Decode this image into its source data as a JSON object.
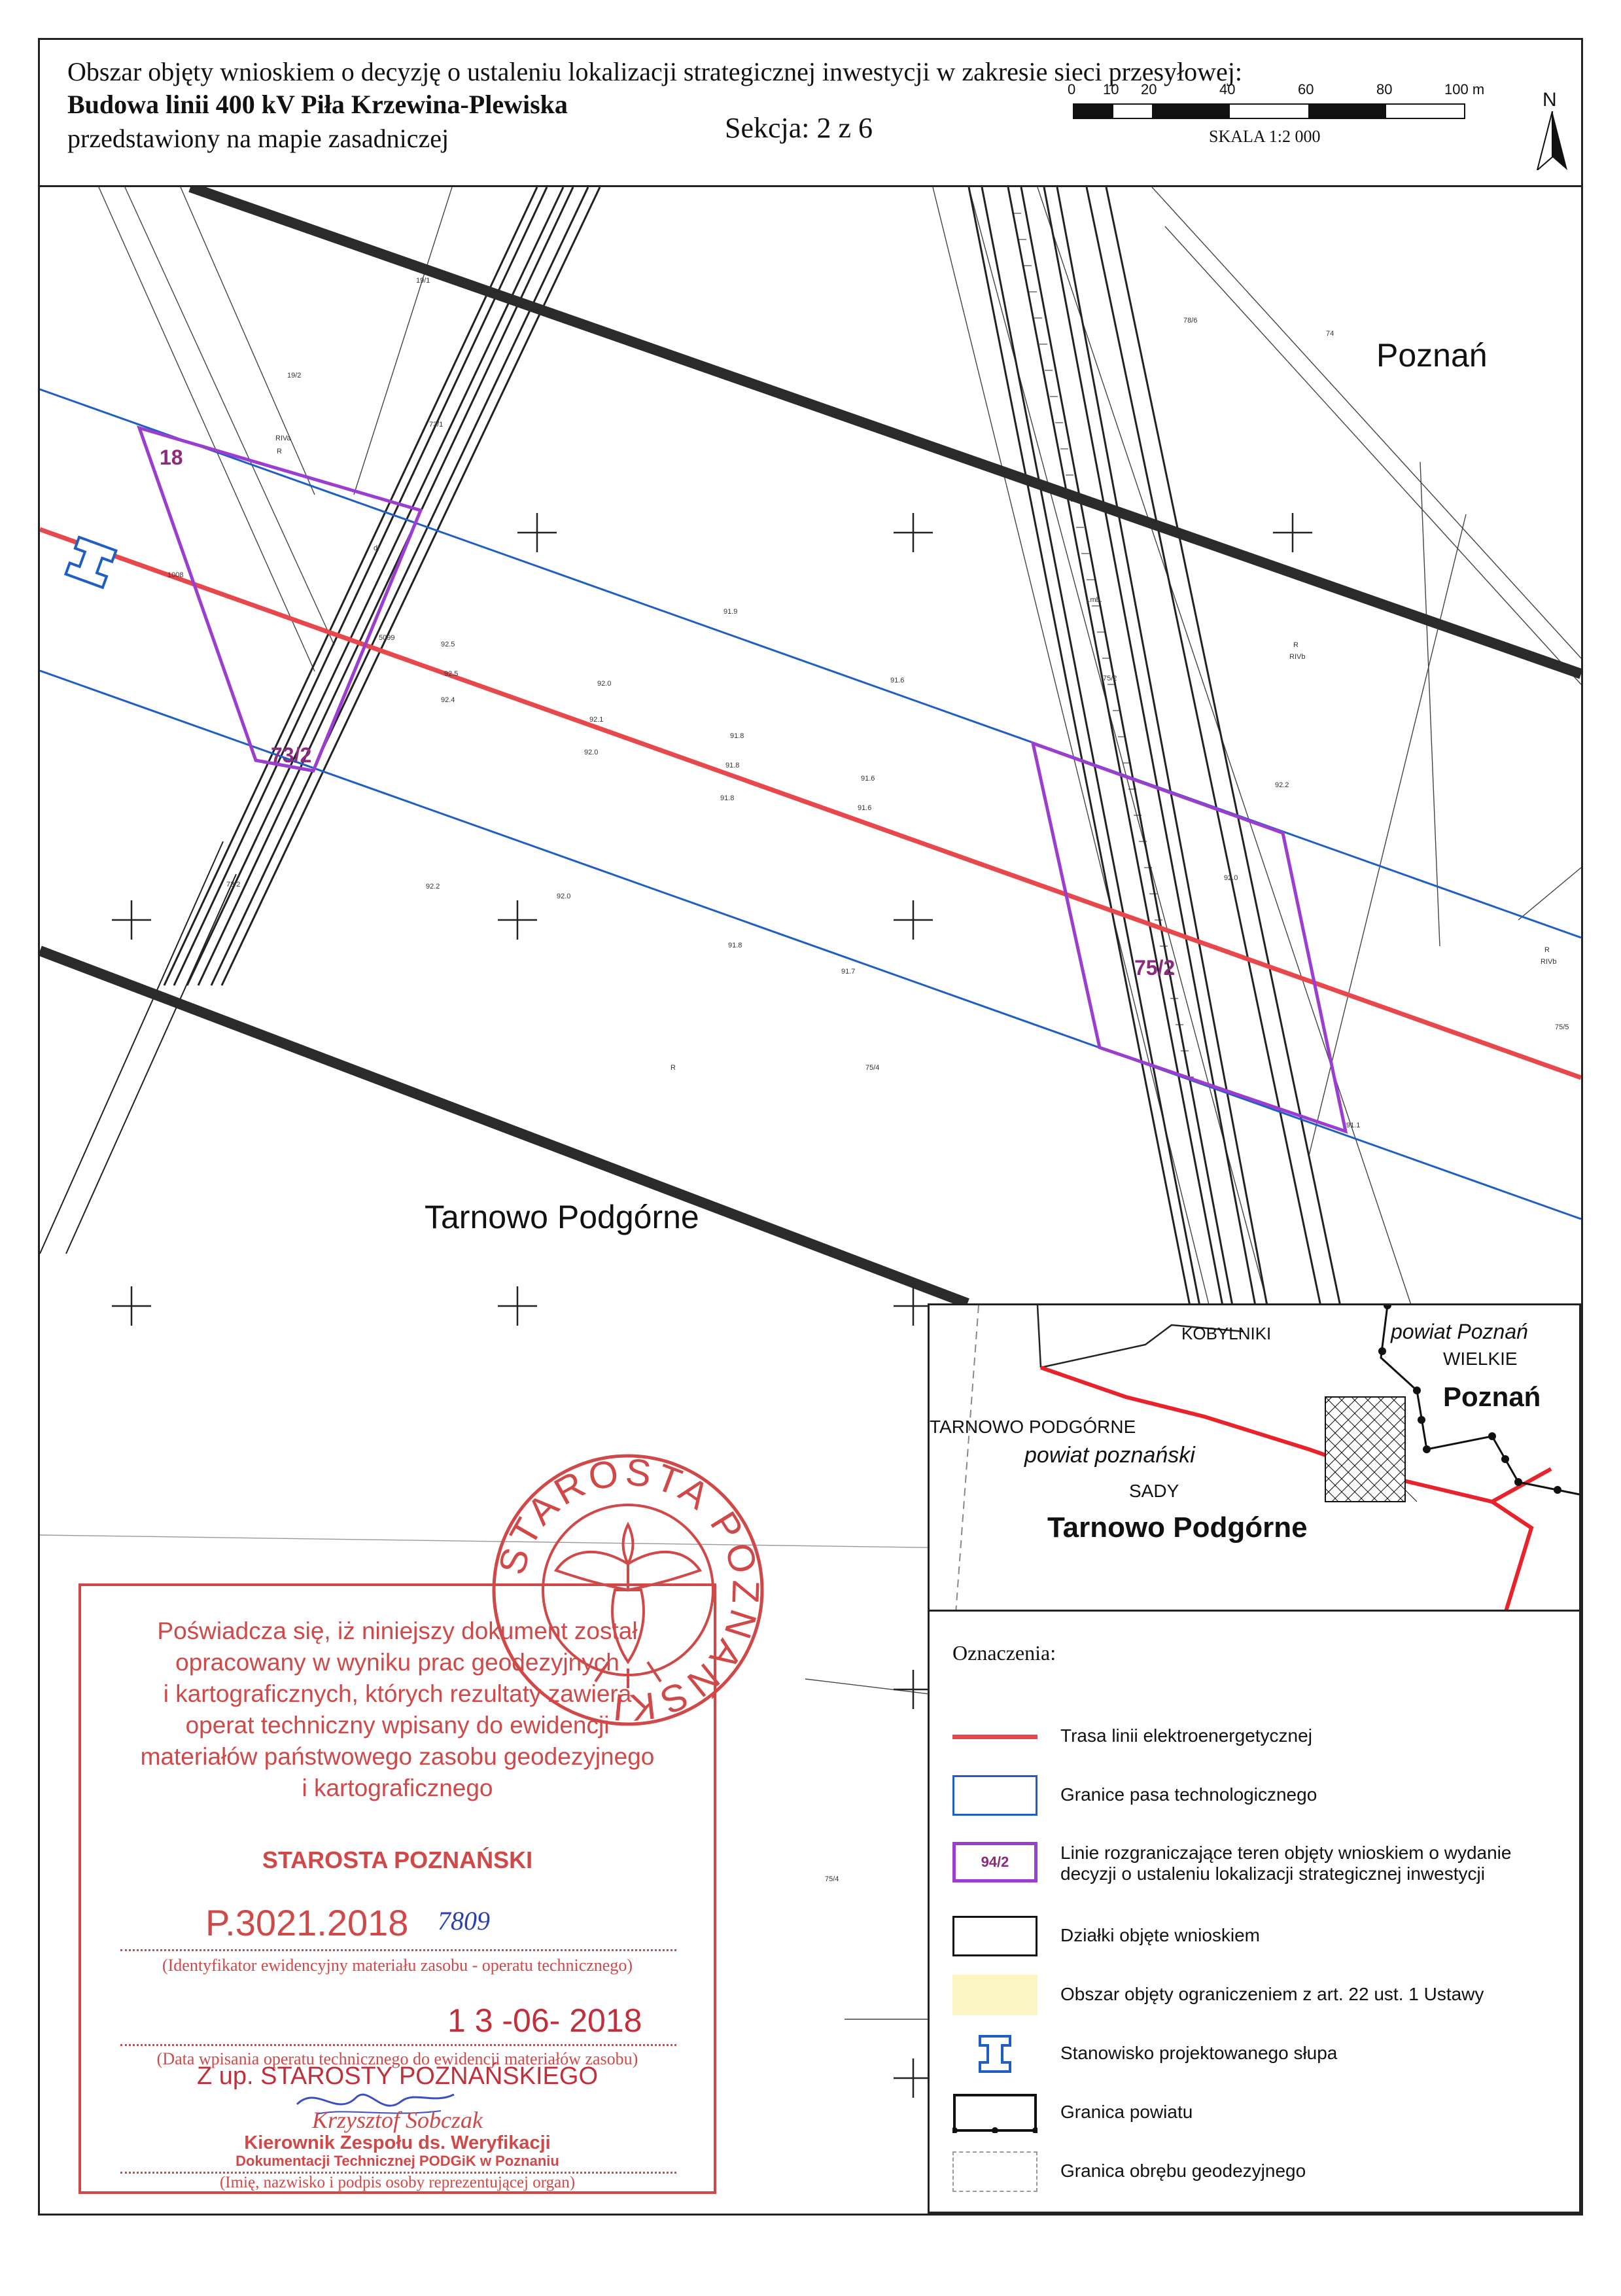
{
  "header": {
    "line1": "Obszar objęty wnioskiem o decyzję o ustaleniu lokalizacji strategicznej inwestycji w zakresie sieci przesyłowej:",
    "line2": "Budowa linii 400 kV Piła Krzewina-Plewiska",
    "line3": "przedstawiony na mapie zasadniczej",
    "section": "Sekcja: 2 z 6",
    "scale_ticks": [
      "0",
      "10",
      "20",
      "40",
      "60",
      "80",
      "100 m"
    ],
    "scale_label": "SKALA 1:2 000",
    "north": "N"
  },
  "map": {
    "place_poznan": "Poznań",
    "place_tarnowo": "Tarnowo Podgórne",
    "parcel_18": "18",
    "parcel_73_2": "73/2",
    "parcel_75_2": "75/2",
    "small": {
      "p19_1": "19/1",
      "p19_2": "19/2",
      "rivarr": "RIVa",
      "r1": "R",
      "p73_1": "73/1",
      "p73_2b": "73/2",
      "p75_4": "75/4",
      "p75_4b": "75/4",
      "p75_2b": "75/2",
      "p75_5": "75/5",
      "rivb": "RIVb",
      "r2": "R",
      "rivb2": "RIVb",
      "r3": "R",
      "r4": "R",
      "jmb": "j.mb.",
      "h919": "91.9",
      "h925": "92.5",
      "h925b": "92.5",
      "h924": "92.4",
      "h920": "92.0",
      "h921": "92.1",
      "h920b": "92.0",
      "h918": "91.8",
      "h918b": "91.8",
      "h918c": "91.8",
      "h916": "91.6",
      "h916b": "91.6",
      "h916c": "91.6",
      "h922": "92.2",
      "h920c": "92.0",
      "h918d": "91.8",
      "h917": "91.7",
      "h1008": "1008",
      "h5099": "5099",
      "dr": "dr",
      "h74": "74",
      "h78": "78/6",
      "h922b": "92.2",
      "h920d": "92.0",
      "h911": "91.1"
    }
  },
  "inset": {
    "kobylniki": "KOBYLNIKI",
    "powiat_poznan": "powiat Poznań",
    "wielkie": "WIELKIE",
    "poznan": "Poznań",
    "tarnowo_caps": "TARNOWO PODGÓRNE",
    "powiat_poznanski": "powiat poznański",
    "sady": "SADY",
    "tarnowo": "Tarnowo Podgórne"
  },
  "legend": {
    "title": "Oznaczenia:",
    "items": [
      "Trasa linii elektroenergetycznej",
      "Granice pasa technologicznego",
      "Linie rozgraniczające teren objęty wnioskiem o wydanie decyzji o ustaleniu lokalizacji strategicznej inwestycji",
      "Działki objęte wnioskiem",
      "Obszar objęty ograniczeniem z art. 22 ust. 1 Ustawy",
      "Stanowisko projektowanego słupa",
      "Granica powiatu",
      "Granica obrębu geodezyjnego"
    ],
    "sample_label": "94/2"
  },
  "stamp": {
    "ring": "STAROSTA POZNAŃSKI",
    "l1": "Poświadcza się, iż niniejszy dokument został",
    "l2": "opracowany w wyniku prac geodezyjnych",
    "l3": "i kartograficznych, których rezultaty zawiera",
    "l4": "operat techniczny wpisany do ewidencji",
    "l5": "materiałów państwowego zasobu geodezyjnego",
    "l6": "i kartograficznego",
    "title": "STAROSTA POZNAŃSKI",
    "number": "P.3021.2018",
    "hand_number": "7809",
    "id_caption": "(Identyfikator ewidencyjny materiału zasobu - operatu technicznego)",
    "date": "1 3 -06- 2018",
    "date_caption": "(Data wpisania operatu technicznego do ewidencji materiałów zasobu)",
    "zup": "Z up. STAROSTY POZNAŃSKIEGO",
    "name": "Krzysztof Sobczak",
    "role1": "Kierownik Zespołu ds. Weryfikacji",
    "role2": "Dokumentacji Technicznej PODGiK w Poznaniu",
    "sign_caption": "(Imię, nazwisko i podpis osoby reprezentującej organ)"
  },
  "colors": {
    "route": "#e8474b",
    "band": "#1f5fc4",
    "boundary": "#9b3ed0",
    "purple_label": "#8b2a7e",
    "stamp": "#d04848",
    "road": "#2b2b2b"
  }
}
